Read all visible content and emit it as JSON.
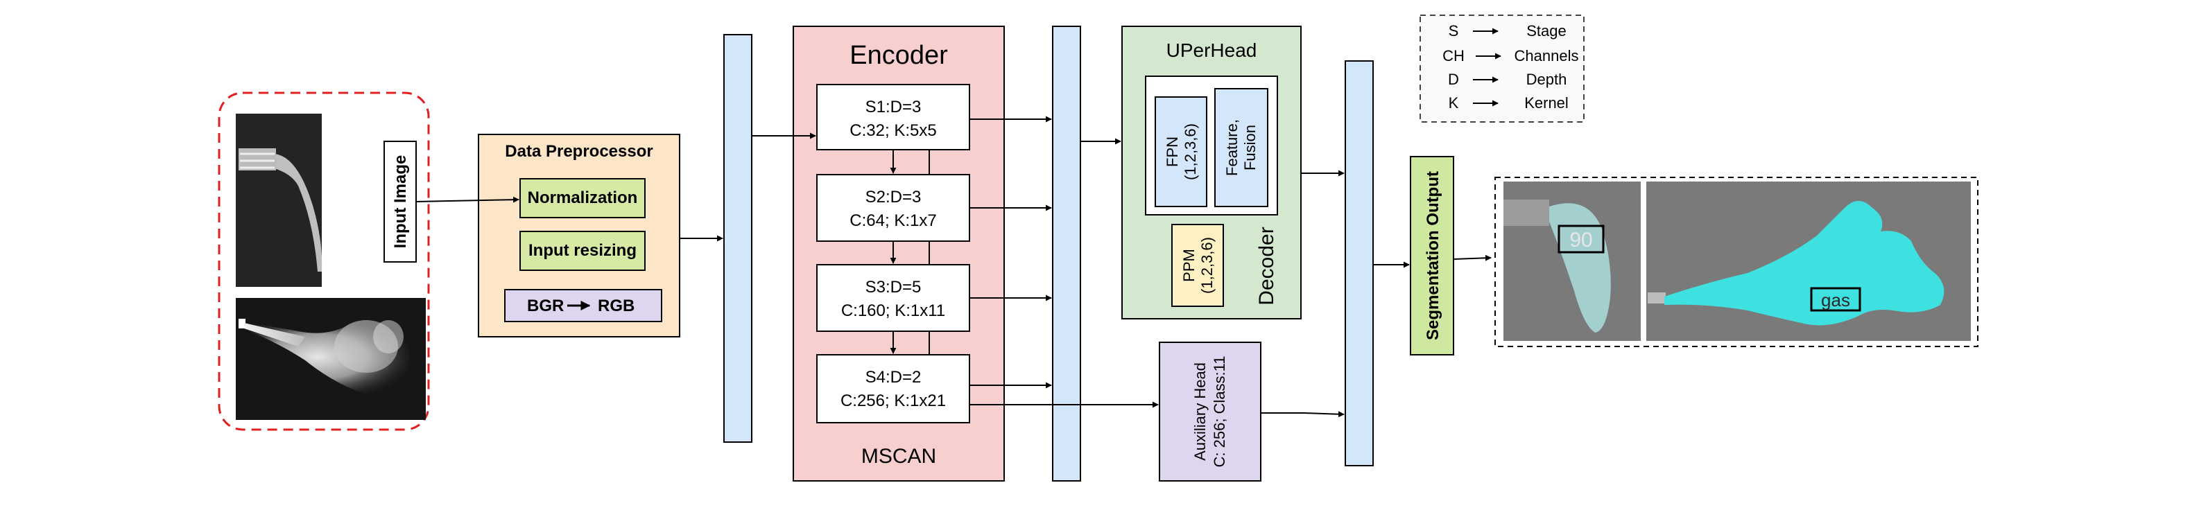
{
  "input": {
    "label": "Input Image"
  },
  "preprocessor": {
    "title": "Data Preprocessor",
    "normalization": "Normalization",
    "resizing": "Input resizing",
    "bgr": "BGR",
    "rgb": "RGB"
  },
  "encoder": {
    "title": "Encoder",
    "footer": "MSCAN",
    "stages": [
      {
        "line1": "S1:D=3",
        "line2": "C:32; K:5x5"
      },
      {
        "line1": "S2:D=3",
        "line2": "C:64; K:1x7"
      },
      {
        "line1": "S3:D=5",
        "line2": "C:160; K:1x11"
      },
      {
        "line1": "S4:D=2",
        "line2": "C:256; K:1x21"
      }
    ]
  },
  "decoder": {
    "head_title": "UPerHead",
    "fpn_line1": "FPN",
    "fpn_line2": "(1,2,3,6)",
    "fusion_line1": "Feature,",
    "fusion_line2": "Fusion",
    "ppm_line1": "PPM",
    "ppm_line2": "(1,2,3,6)",
    "label": "Decoder"
  },
  "aux_head": {
    "line1": "Auxiliary Head",
    "line2": "C: 256; Class:11"
  },
  "output": {
    "label": "Segmentation Output",
    "tag_left": "90",
    "tag_right": "gas"
  },
  "legend": {
    "rows": [
      {
        "key": "S",
        "value": "Stage"
      },
      {
        "key": "CH",
        "value": "Channels"
      },
      {
        "key": "D",
        "value": "Depth"
      },
      {
        "key": "K",
        "value": "Kernel"
      }
    ]
  },
  "colors": {
    "feature_bar": "#d4e6fa",
    "encoder_bg": "#f7cfcf",
    "decoder_bg": "#d4e8cf",
    "preproc_bg": "#fde5c8",
    "green_box": "#d6eaa6",
    "lilac_box": "#ddd6ee",
    "ppm_box": "#fdf1c4",
    "seg_output": "#cfe8a0",
    "red_dashed": "#e02020",
    "cyan_mask": "#3fe0e0"
  }
}
